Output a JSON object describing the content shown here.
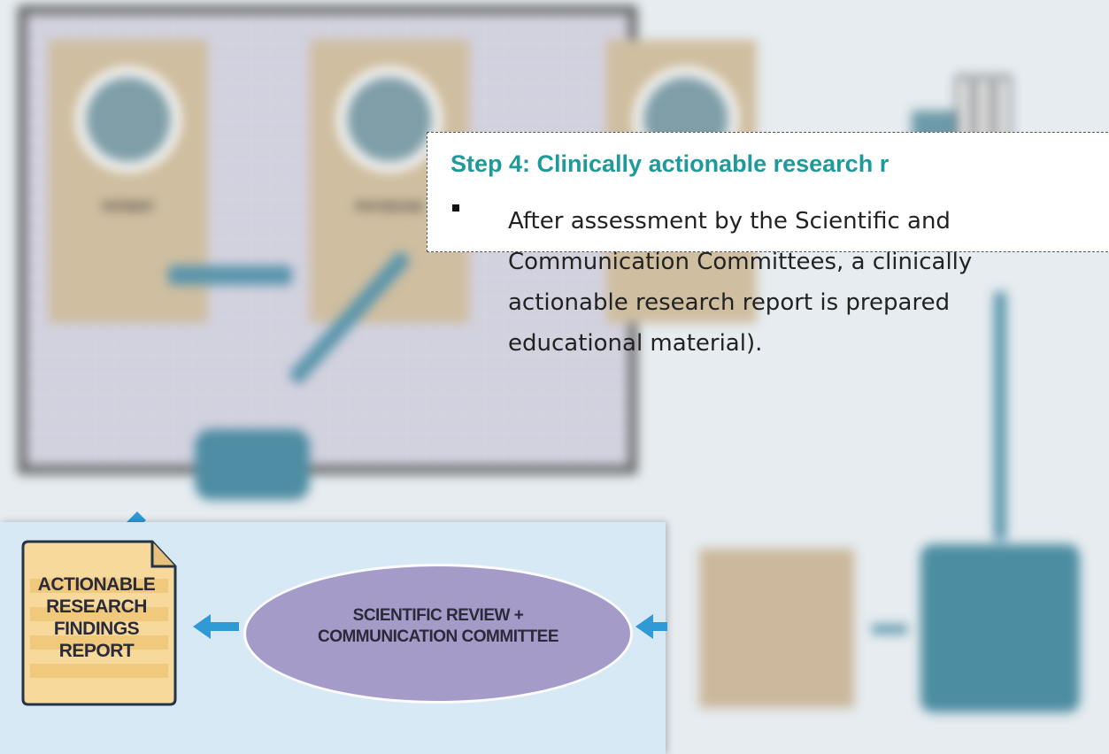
{
  "callout": {
    "title": "Step 4: Clinically actionable research r",
    "body_lines": [
      "After assessment by the Scientific and",
      "Communication Committees, a clinically",
      "actionable research report is prepared",
      "educational material)."
    ]
  },
  "report_box": {
    "lines": [
      "ACTIONABLE",
      "RESEARCH",
      "FINDINGS",
      "REPORT"
    ]
  },
  "review_node": {
    "lines": [
      "SCIENTIFIC REVIEW +",
      "COMMUNICATION COMMITTEE"
    ]
  },
  "background": {
    "cards": [
      "PATIENT",
      "PHYSICIAN",
      ""
    ]
  },
  "colors": {
    "accent_arrow": "#2f9ad6",
    "ellipse": "#a49bc9",
    "panel": "#d8e9f6",
    "callout_title": "#1f9a9a",
    "doc": "#f6d99b"
  }
}
